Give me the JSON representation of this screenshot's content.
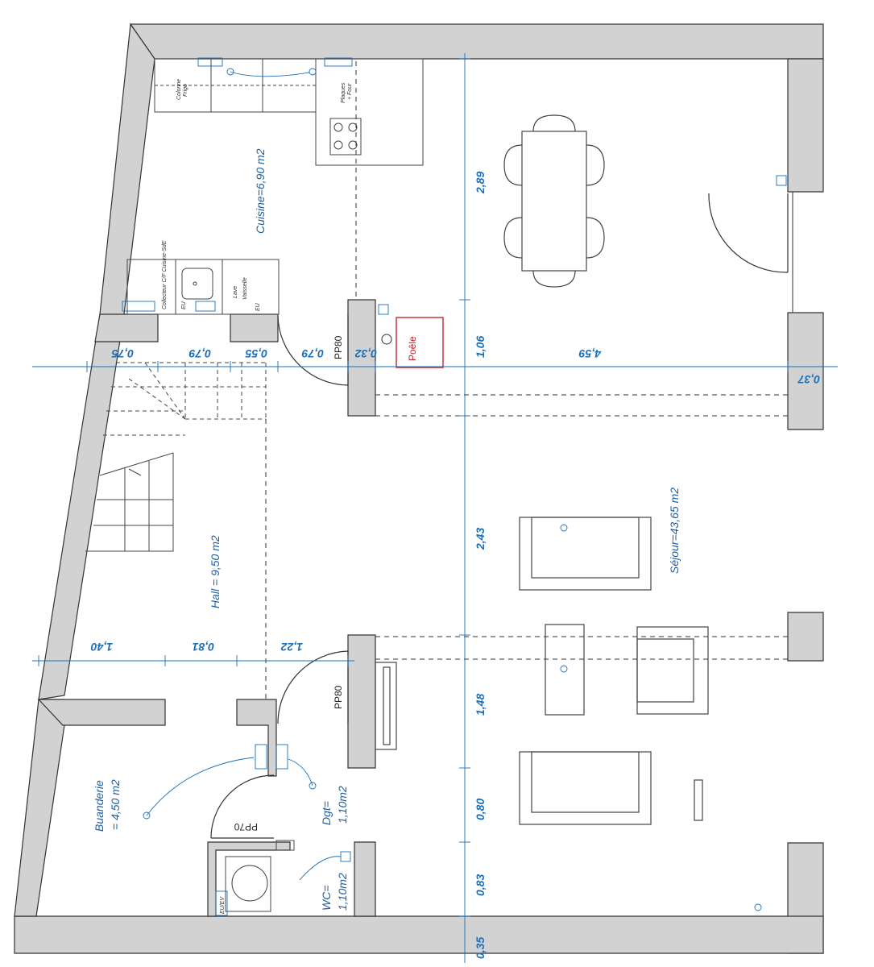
{
  "rooms": {
    "cuisine": "Cuisine=6,90 m2",
    "sejour": "Séjour=43,65 m2",
    "hall": "Hall = 9,50 m2",
    "buanderie_1": "Buanderie",
    "buanderie_2": "= 4,50 m2",
    "dgt_1": "Dgt=",
    "dgt_2": "1,10m2",
    "wc_1": "WC=",
    "wc_2": "1,10m2"
  },
  "labels": {
    "colonne_1": "Colonne",
    "colonne_2": "Frigo",
    "plaques_1": "Plaques",
    "plaques_2": "+ Four",
    "collecteur": "Collecteur C/F Cuisine-SdE",
    "eu": "EU",
    "lave_1": "Lave",
    "lave_2": "Vaisselle",
    "euev": "EU/EV",
    "poele": "Poêle"
  },
  "doors": {
    "pp80_top": "PP80",
    "pp80_bottom": "PP80",
    "pp70": "PP70"
  },
  "dimensions": {
    "v_289": "2,89",
    "v_106": "1,06",
    "v_243": "2,43",
    "v_148": "1,48",
    "v_080": "0,80",
    "v_083": "0,83",
    "v_035": "0,35",
    "h_075": "0,75",
    "h_079a": "0,79",
    "h_055": "0,55",
    "h_079b": "0,79",
    "h_032": "0,32",
    "h_459": "4,59",
    "h_037": "0,37",
    "h_140": "1,40",
    "h_081": "0,81",
    "h_122": "1,22"
  },
  "colors": {
    "wall_fill": "#d2d2d2",
    "wall_stroke": "#333333",
    "dimension_blue": "#1c6fb8",
    "label_blue": "#1c5fa8",
    "poele_red": "#c0262b"
  }
}
